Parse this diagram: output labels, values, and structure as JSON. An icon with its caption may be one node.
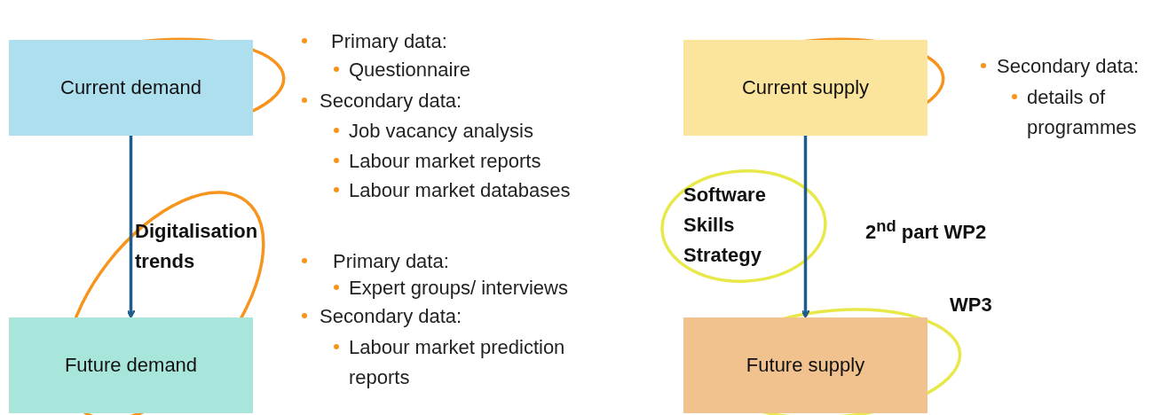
{
  "diagram": {
    "nodes": [
      {
        "text": [
          "Current demand"
        ]
      },
      {
        "text": [
          "Future demand"
        ]
      },
      {
        "text": [
          "Current supply"
        ]
      },
      {
        "text": [
          "Future supply"
        ]
      }
    ],
    "edges": [
      {
        "from": 0,
        "to": 1,
        "arrow": "to",
        "label": "Digitalisation trends"
      },
      {
        "from": 2,
        "to": 3,
        "arrow": "to",
        "label": "Software Skills Strategy"
      }
    ],
    "labels": [
      "Primary data:",
      "Questionnaire",
      "Secondary data:",
      "Job vacancy analysis",
      "Labour market reports",
      "Labour market databases",
      "Primary data:",
      "Expert groups/ interviews",
      "Secondary data:",
      "Labour market prediction reports",
      "Secondary data:",
      "details of programmes",
      "2$^{nd}$ part WP2",
      "WP3"
    ]
  }
}
